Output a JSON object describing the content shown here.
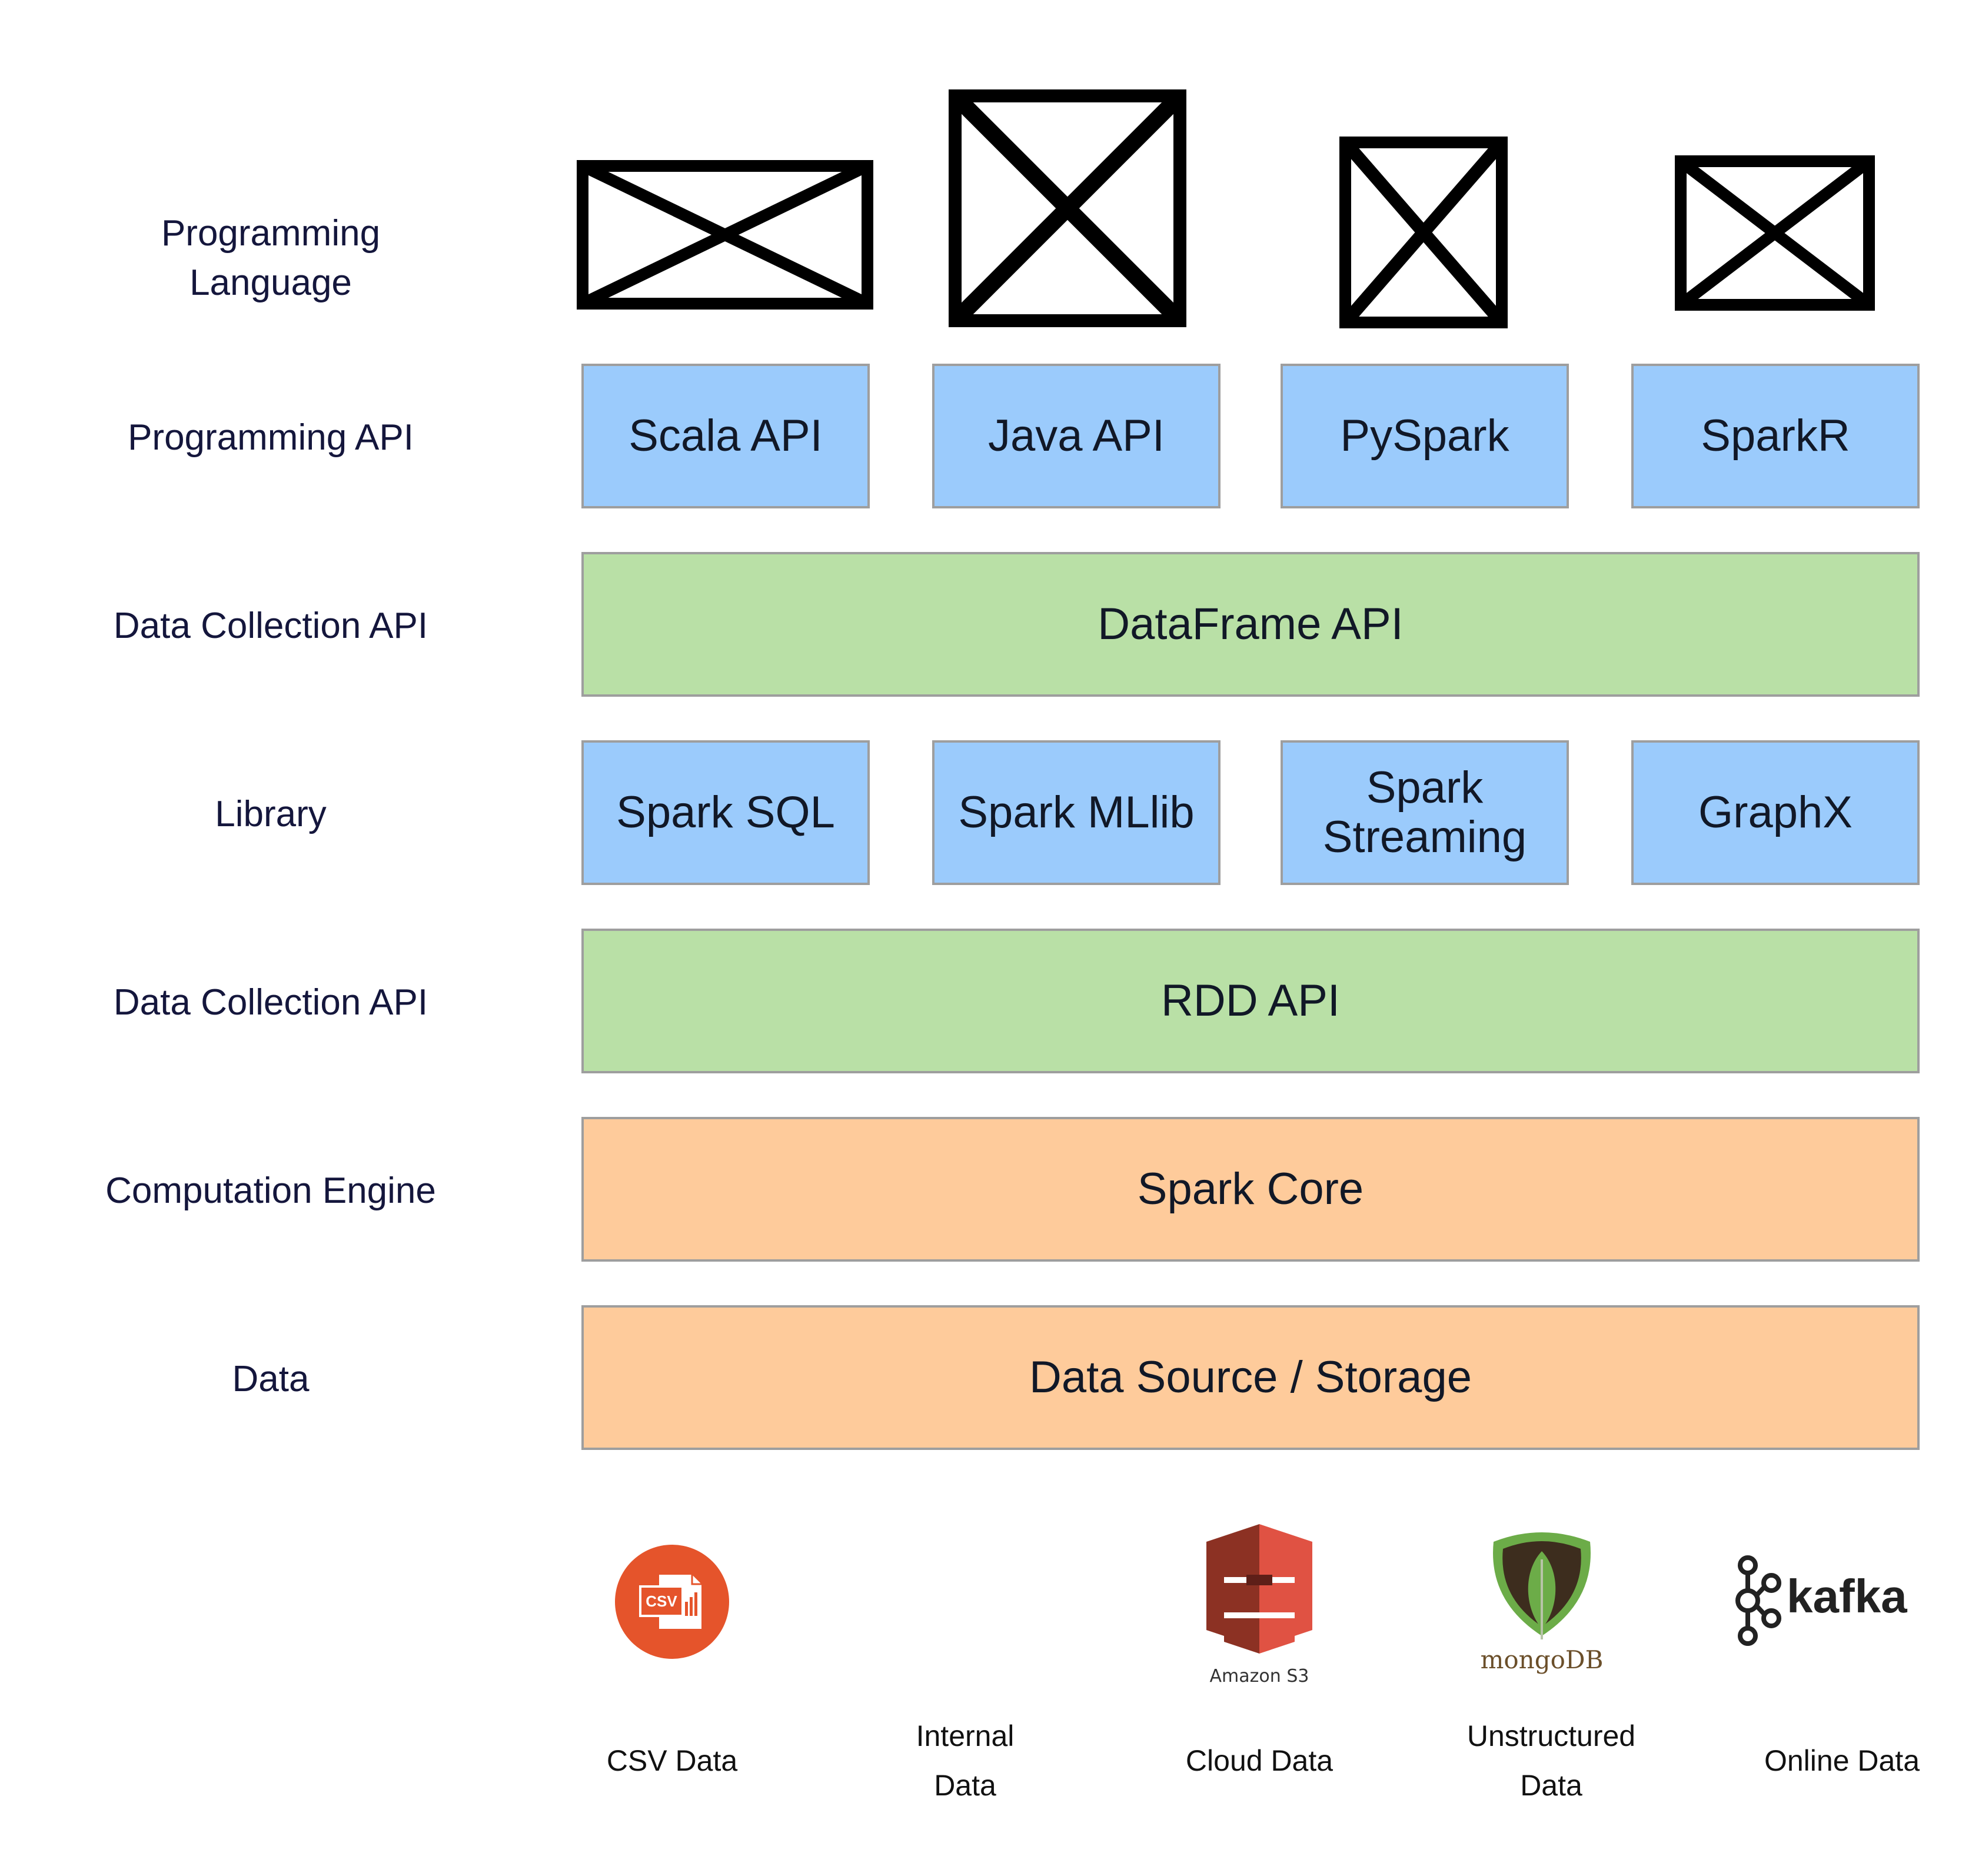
{
  "rows": [
    {
      "label": "Programming\nLanguage"
    },
    {
      "label": "Programming API"
    },
    {
      "label": "Data Collection API"
    },
    {
      "label": "Library"
    },
    {
      "label": "Data Collection API"
    },
    {
      "label": "Computation Engine"
    },
    {
      "label": "Data"
    }
  ],
  "programming_api": [
    "Scala API",
    "Java API",
    "PySpark",
    "SparkR"
  ],
  "dataframe_api": "DataFrame API",
  "library": [
    "Spark SQL",
    "Spark MLlib",
    "Spark\nStreaming",
    "GraphX"
  ],
  "rdd_api": "RDD API",
  "spark_core": "Spark Core",
  "data_source": "Data Source / Storage",
  "logos": {
    "csv": "CSV",
    "amazon_s3": "Amazon S3",
    "mongodb": "mongoDB",
    "kafka": "kafka"
  },
  "data_sources": [
    {
      "caption": "CSV Data",
      "icon": "csv-icon"
    },
    {
      "caption": "Internal\nData",
      "icon": "none"
    },
    {
      "caption": "Cloud Data",
      "icon": "amazon-s3-icon"
    },
    {
      "caption": "Unstructured\nData",
      "icon": "mongodb-icon"
    },
    {
      "caption": "Online Data",
      "icon": "kafka-icon"
    }
  ],
  "colors": {
    "api_blue": "#9bcbfc",
    "collection_green": "#b9e0a6",
    "core_orange": "#fecb9b",
    "label_navy": "#14163c"
  }
}
